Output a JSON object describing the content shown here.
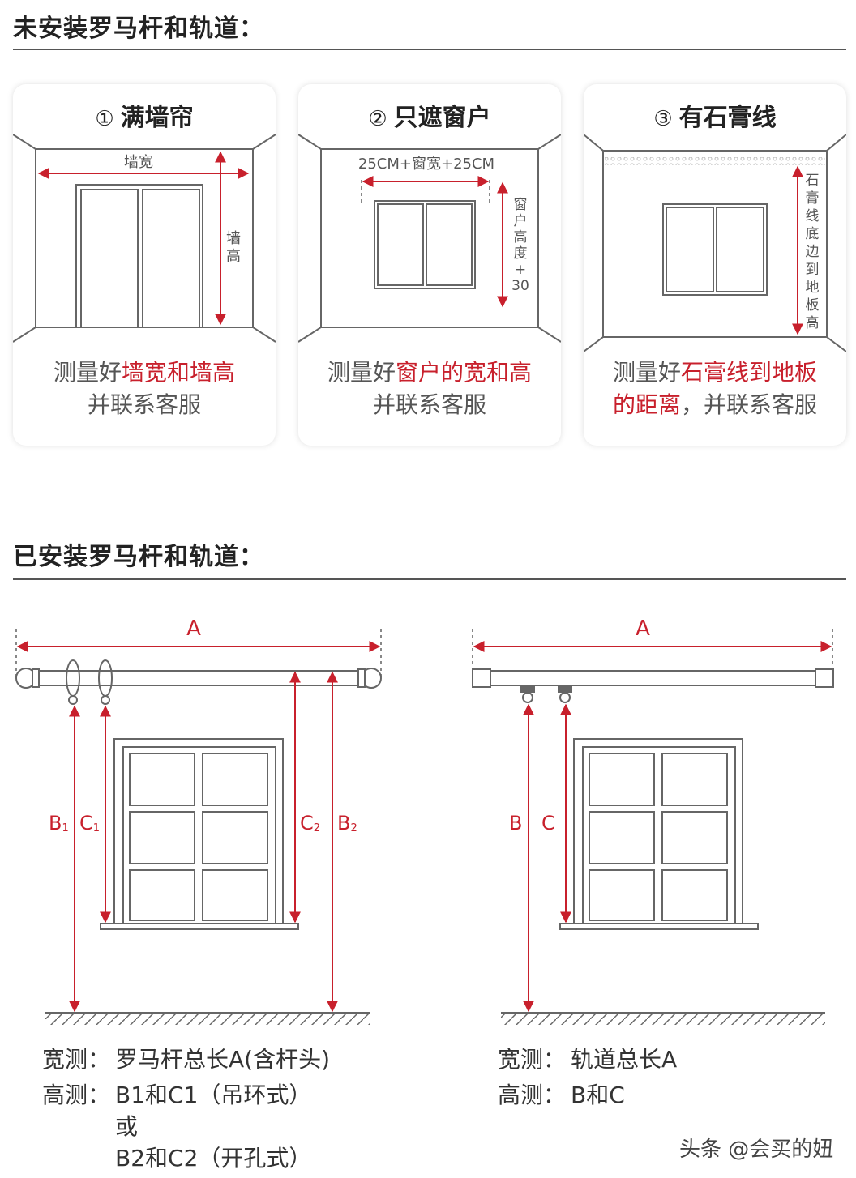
{
  "section1": {
    "title": "未安装罗马杆和轨道："
  },
  "cards": [
    {
      "num": "①",
      "title": "满墙帘",
      "label_width": "墙宽",
      "label_height": [
        "墙",
        "高"
      ],
      "caption_pre": "测量好",
      "caption_red": "墙宽和墙高",
      "caption_line2": "并联系客服"
    },
    {
      "num": "②",
      "title": "只遮窗户",
      "label_width": "25CM+窗宽+25CM",
      "label_height": [
        "窗",
        "户",
        "高",
        "度",
        "+",
        "30"
      ],
      "caption_pre": "测量好",
      "caption_red": "窗户的宽和高",
      "caption_line2": "并联系客服"
    },
    {
      "num": "③",
      "title": "有石膏线",
      "label_height": [
        "石",
        "膏",
        "线",
        "底",
        "边",
        "到",
        "地",
        "板",
        "高"
      ],
      "caption_pre": "测量好",
      "caption_red": "石膏线到地板",
      "caption_line2_red": "的距离",
      "caption_line2": "，并联系客服"
    }
  ],
  "section2": {
    "title": "已安装罗马杆和轨道："
  },
  "diagram_rod": {
    "label_a": "A",
    "label_b1": "B",
    "label_b1_sub": "1",
    "label_c1": "C",
    "label_c1_sub": "1",
    "label_c2": "C",
    "label_c2_sub": "2",
    "label_b2": "B",
    "label_b2_sub": "2"
  },
  "diagram_track": {
    "label_a": "A",
    "label_b": "B",
    "label_c": "C"
  },
  "desc_left": {
    "width_label": "宽测：",
    "width_text": "罗马杆总长A(含杆头)",
    "height_label": "高测：",
    "height_text1": "B1和C1（吊环式）",
    "height_or": "或",
    "height_text2": "B2和C2（开孔式）"
  },
  "desc_right": {
    "width_label": "宽测：",
    "width_text": "轨道总长A",
    "height_label": "高测：",
    "height_text": "B和C"
  },
  "watermark": "头条 @会买的妞",
  "colors": {
    "accent_red": "#c8202c",
    "line_gray": "#666666"
  }
}
